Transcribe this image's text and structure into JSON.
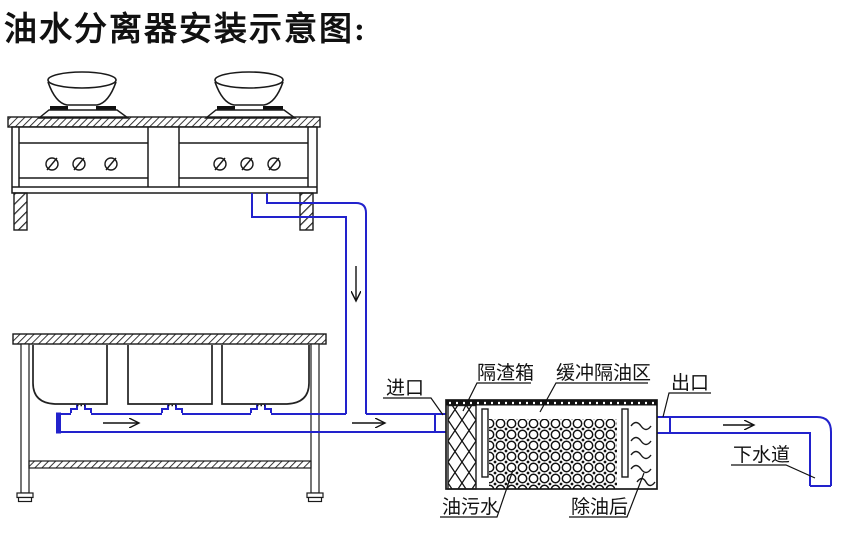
{
  "title": "油水分离器安装示意图:",
  "colors": {
    "pipe_blue": "#2222cc",
    "line_black": "#1a1a1a"
  },
  "labels": {
    "inlet": "进口",
    "residue_box": "隔渣箱",
    "buffer_oil_zone": "缓冲隔油区",
    "outlet": "出口",
    "sewer": "下水道",
    "oily_water": "油污水",
    "after_oil_removal": "除油后"
  }
}
